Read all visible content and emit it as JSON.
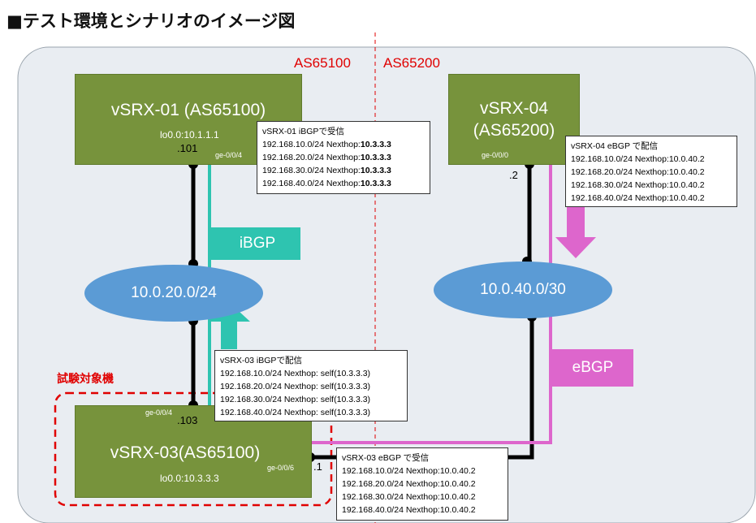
{
  "title": "■テスト環境とシナリオのイメージ図",
  "as_left": "AS65100",
  "as_right": "AS65200",
  "target_label": "試験対象機",
  "routers": {
    "vsrx01": {
      "name": "vSRX-01 (AS65100)",
      "loopback": "lo0.0:10.1.1.1",
      "iface": "ge-0/0/4",
      "addr": ".101"
    },
    "vsrx04": {
      "name_line1": "vSRX-04",
      "name_line2": "(AS65200)",
      "iface": "ge-0/0/0",
      "addr": ".2"
    },
    "vsrx03": {
      "name": "vSRX-03(AS65100)",
      "loopback": "lo0.0:10.3.3.3",
      "iface_top": "ge-0/0/4",
      "addr_top": ".103",
      "iface_right": "ge-0/0/6",
      "addr_right": ".1"
    }
  },
  "networks": {
    "left": "10.0.20.0/24",
    "right": "10.0.40.0/30"
  },
  "protocols": {
    "ibgp": "iBGP",
    "ebgp": "eBGP"
  },
  "boxes": {
    "vsrx01_recv": {
      "header": "vSRX-01  iBGPで受信",
      "routes": [
        {
          "prefix": "192.168.10.0/24 Nexthop:",
          "nexthop": "10.3.3.3"
        },
        {
          "prefix": "192.168.20.0/24 Nexthop:",
          "nexthop": "10.3.3.3"
        },
        {
          "prefix": "192.168.30.0/24 Nexthop:",
          "nexthop": "10.3.3.3"
        },
        {
          "prefix": "192.168.40.0/24 Nexthop:",
          "nexthop": "10.3.3.3"
        }
      ]
    },
    "vsrx04_adv": {
      "header": "vSRX-04  eBGP で配信",
      "routes": [
        "192.168.10.0/24 Nexthop:10.0.40.2",
        "192.168.20.0/24 Nexthop:10.0.40.2",
        "192.168.30.0/24 Nexthop:10.0.40.2",
        "192.168.40.0/24 Nexthop:10.0.40.2"
      ]
    },
    "vsrx03_adv": {
      "header": "vSRX-03 iBGPで配信",
      "routes": [
        "192.168.10.0/24 Nexthop:  self(10.3.3.3)",
        "192.168.20.0/24 Nexthop:  self(10.3.3.3)",
        "192.168.30.0/24 Nexthop:  self(10.3.3.3)",
        "192.168.40.0/24 Nexthop:  self(10.3.3.3)"
      ]
    },
    "vsrx03_recv": {
      "header": "vSRX-03 eBGP で受信",
      "routes": [
        "192.168.10.0/24 Nexthop:10.0.40.2",
        "192.168.20.0/24 Nexthop:10.0.40.2",
        "192.168.30.0/24 Nexthop:10.0.40.2",
        "192.168.40.0/24 Nexthop:10.0.40.2"
      ]
    }
  },
  "colors": {
    "router": "#77933c",
    "network": "#5b9bd5",
    "ibgp": "#2ec4b0",
    "ebgp": "#dd66cc",
    "as_boundary": "#e00000",
    "panel": "#e9edf2"
  }
}
